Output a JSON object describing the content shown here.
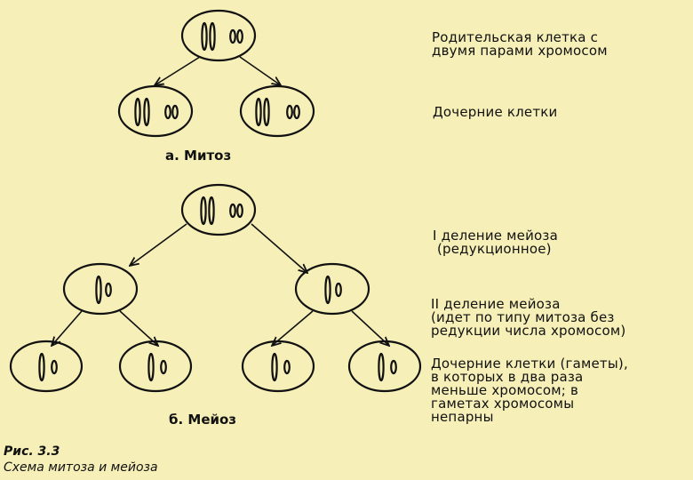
{
  "mitosis": {
    "caption": "а. Митоз",
    "parent_label": "Родительская клетка с\nдвумя парами хромосом",
    "daughter_label": "Дочерние клетки"
  },
  "meiosis": {
    "caption": "б. Мейоз",
    "division1_label": "I деление мейоза\n (редукционное)",
    "division2_label": "II деление мейоза\n(идет по типу митоза без\nредукции числа хромосом)",
    "gametes_label": "Дочерние клетки (гаметы),\nв которых в два раза\nменьше хромосом; в\nгаметах хромосомы\nнепарны"
  },
  "figure": {
    "number": "Рис. 3.3",
    "title": "Схема митоза и мейоза"
  },
  "colors": {
    "background": "#f6efb7",
    "ink": "#111111"
  }
}
